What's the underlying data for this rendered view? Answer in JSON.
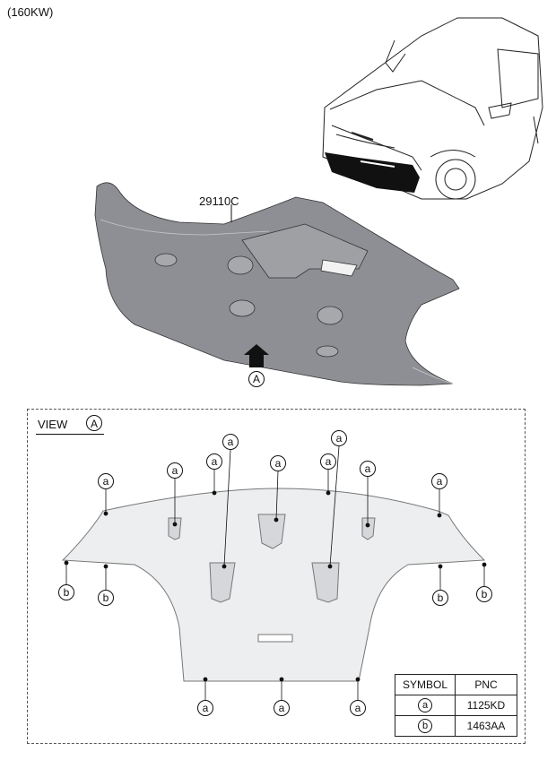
{
  "variant": "(160KW)",
  "part_number": "29110C",
  "arrow_label": "A",
  "view": {
    "label": "VIEW",
    "circle": "A"
  },
  "callouts": {
    "top": [
      "a",
      "a",
      "a",
      "a",
      "a",
      "a",
      "a",
      "a",
      "a"
    ],
    "sides": [
      "b",
      "b",
      "b",
      "b"
    ],
    "bottom": [
      "a",
      "a",
      "a"
    ]
  },
  "legend": {
    "headers": [
      "SYMBOL",
      "PNC"
    ],
    "rows": [
      {
        "symbol": "a",
        "pnc": "1125KD"
      },
      {
        "symbol": "b",
        "pnc": "1463AA"
      }
    ]
  },
  "colors": {
    "part_fill": "#8d8f94",
    "view_fill": "#eceef0",
    "line": "#111111"
  }
}
